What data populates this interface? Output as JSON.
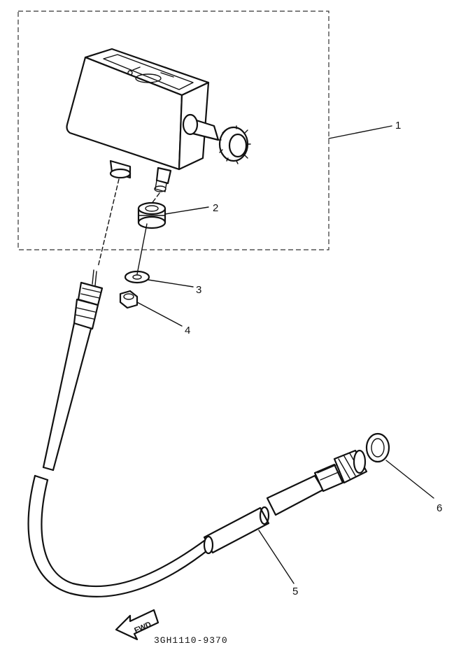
{
  "callouts": [
    "1",
    "2",
    "3",
    "4",
    "5",
    "6"
  ],
  "arrow_label": "FWD",
  "part_number": "3GH1110-9370"
}
